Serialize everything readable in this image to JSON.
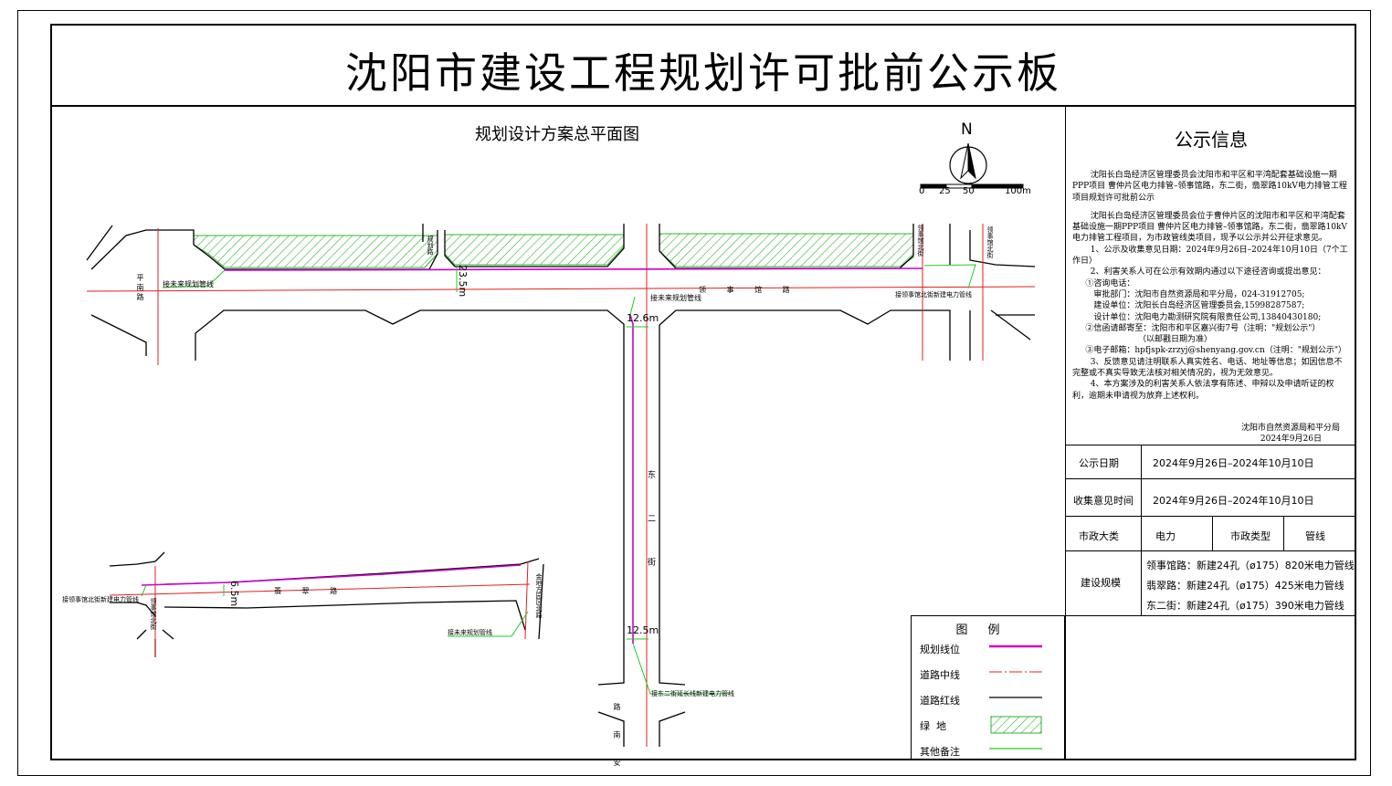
{
  "title": "沈阳市建设工程规划许可批前公示板",
  "plan_title": "规划设计方案总平面图",
  "compass": {
    "north": "N",
    "scale": [
      "0",
      "25",
      "50",
      "100m"
    ]
  },
  "info": {
    "heading": "公示信息",
    "p1": "沈阳长白岛经济区管理委员会沈阳市和平区和平湾配套基础设施一期PPP项目 曹仲片区电力排管–领事馆路，东二街，翡翠路10kV电力排管工程项目规划许可批前公示",
    "p2": "沈阳长白岛经济区管理委员会位于曹仲片区的沈阳市和平区和平湾配套基础设施一期PPP项目 曹仲片区电力排管–领事馆路，东二街，翡翠路10kV电力排管工程项目，为市政管线类项目，现予以公示并公开征求意见。",
    "i1": "1、公示及收集意见日期：2024年9月26日–2024年10月10日（7个工作日）",
    "i2": "2、利害关系人可在公示有效期内通过以下途径咨询或提出意见：",
    "i2a": "①咨询电话：",
    "i2a1": "审批部门：沈阳市自然资源局和平分局，024-31912705;",
    "i2a2": "建设单位：沈阳长白岛经济区管理委员会,15998287587;",
    "i2a3": "设计单位：沈阳电力勘测研究院有限责任公司,13840430180;",
    "i2b": "②信函请邮寄至：沈阳市和平区嘉兴街7号（注明：\"规划公示\"）",
    "i2b1": "（以邮戳日期为准）",
    "i2c": "③电子邮箱：hpfjspk-zrzyj@shenyang.gov.cn（注明：\"规划公示\"）",
    "i3": "3、反馈意见请注明联系人真实姓名、电话、地址等信息；如因信息不完整或不真实导致无法核对相关情况的，视为无效意见。",
    "i4": "4、本方案涉及的利害关系人依法享有陈述、申辩以及申请听证的权利，逾期未申请视为放弃上述权利。",
    "sign_org": "沈阳市自然资源局和平分局",
    "sign_date": "2024年9月26日"
  },
  "table": {
    "r1_label": "公示日期",
    "r1_value": "2024年9月26日–2024年10月10日",
    "r2_label": "收集意见时间",
    "r2_value": "2024年9月26日–2024年10月10日",
    "r3_label": "市政大类",
    "r3_value": "电力",
    "r3_label2": "市政类型",
    "r3_value2": "管线",
    "r4_label": "建设规模",
    "r4_lines": [
      "领事馆路：新建24孔（ø175）820米电力管线",
      "翡翠路：新建24孔（ø175）425米电力管线",
      "东二街：新建24孔（ø175）390米电力管线"
    ]
  },
  "legend": {
    "title": "图例",
    "items": [
      "规划线位",
      "道路中线",
      "道路红线",
      "绿  地",
      "其他备注"
    ],
    "colors": {
      "planned": "#cc00cc",
      "centerline": "#e0201e",
      "redline": "#000000",
      "green": "#2bb52b",
      "note": "#22cc22"
    }
  },
  "map": {
    "labels": {
      "top_note_left": "接未来规划管线",
      "top_note_mid": "接未来规划管线",
      "top_note_right": "接领事馆北街新建电力管线",
      "bottom_note": "接东二街延长线新建电力管线",
      "left_note1": "接领事馆北街新建电力管线",
      "left_note2": "接未来规划管线",
      "road_top_left": "平\n南\n路",
      "road_top_mid": "领\n事\n馆\n路",
      "road_dong": "东\n二\n街",
      "road_feicui": "翡\n翠\n路",
      "road_bottom": "路\n南\n安",
      "v_road_a": "规划路",
      "v_road_b": "领事馆北街",
      "v_road_c": "领事馆北街",
      "v_road_d": "领事馆北街",
      "v_road_e": "金地方园区北路"
    },
    "dims": [
      "23.5m",
      "12.6m",
      "12.5m",
      "6.5m"
    ]
  }
}
